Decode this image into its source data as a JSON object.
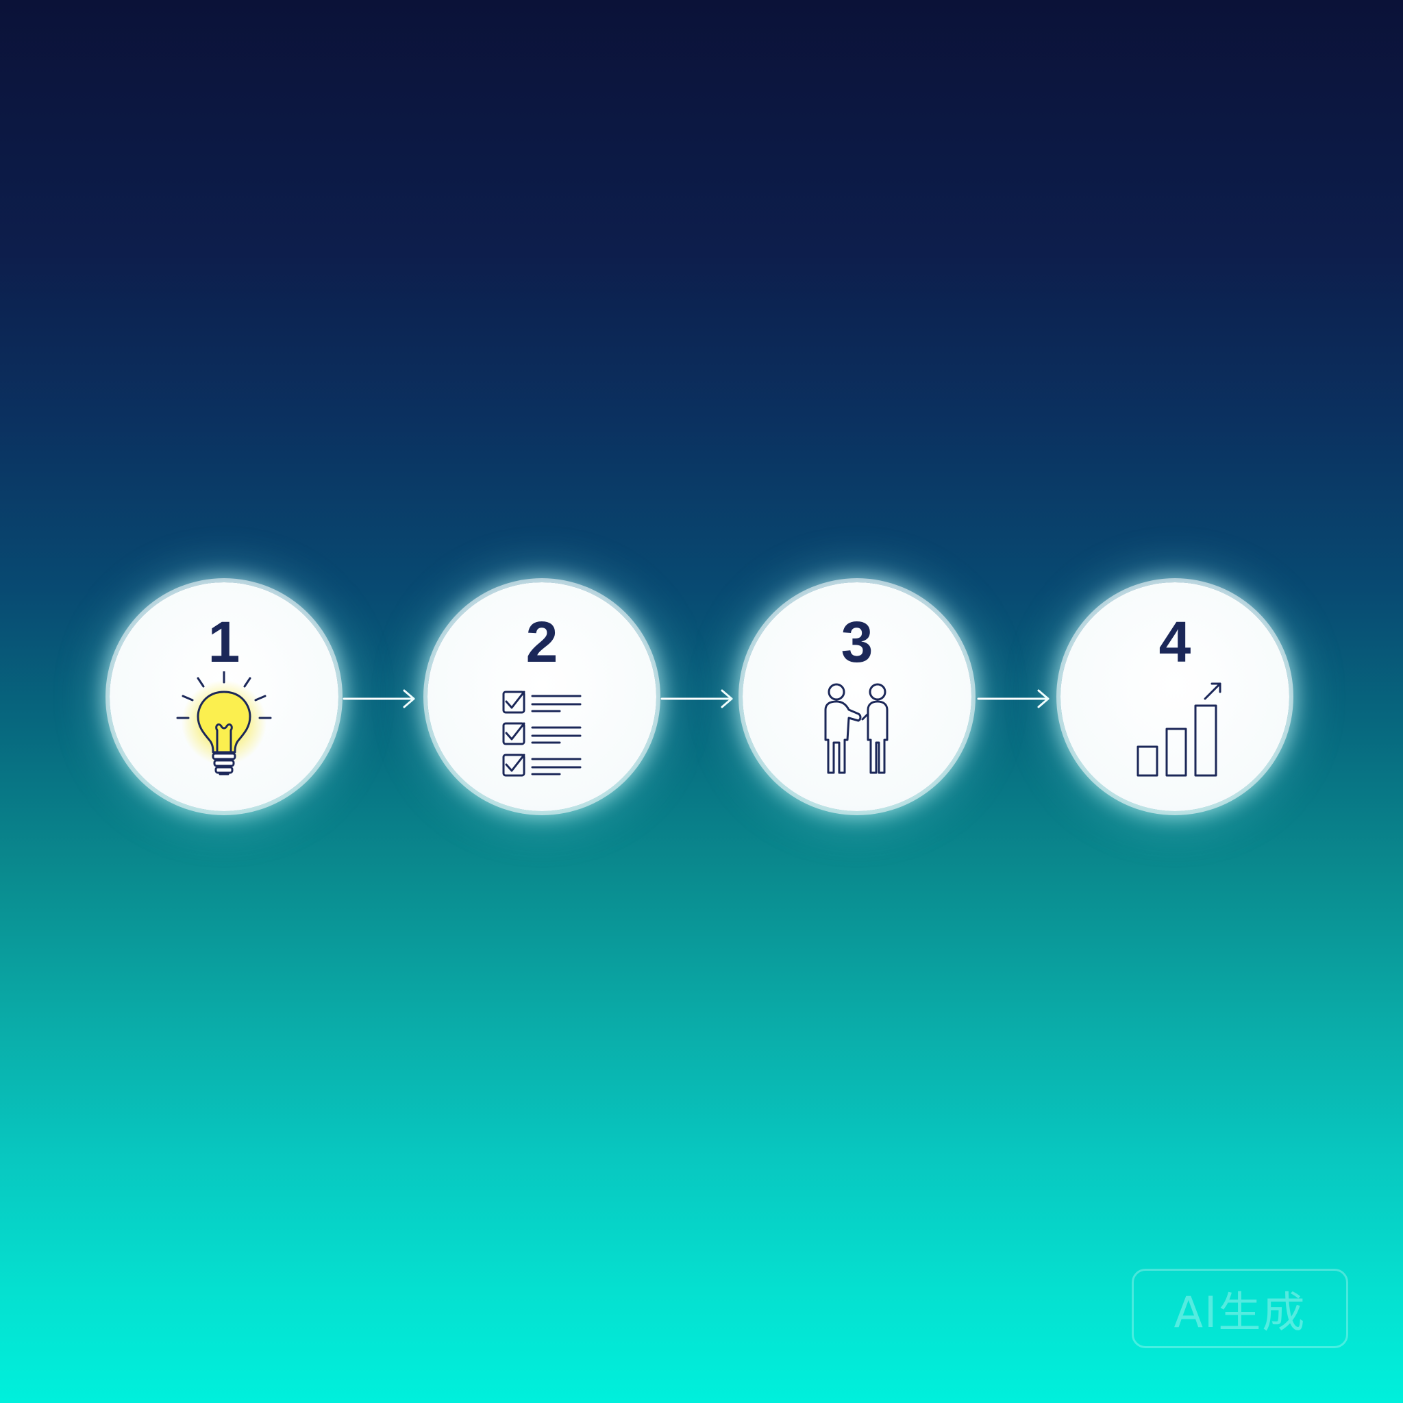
{
  "steps": [
    {
      "number": "1",
      "icon": "lightbulb-icon"
    },
    {
      "number": "2",
      "icon": "checklist-icon"
    },
    {
      "number": "3",
      "icon": "two-people-icon"
    },
    {
      "number": "4",
      "icon": "growth-bar-chart-icon"
    }
  ],
  "badge": {
    "label": "AI生成"
  },
  "colors": {
    "background_top": "#0b1238",
    "background_bottom": "#00f0dc",
    "circle_fill": "#ffffff",
    "number_color": "#1b2758",
    "icon_stroke": "#1b2758",
    "bulb_glow": "#f5e63a",
    "arrow_color": "#ffffff"
  }
}
